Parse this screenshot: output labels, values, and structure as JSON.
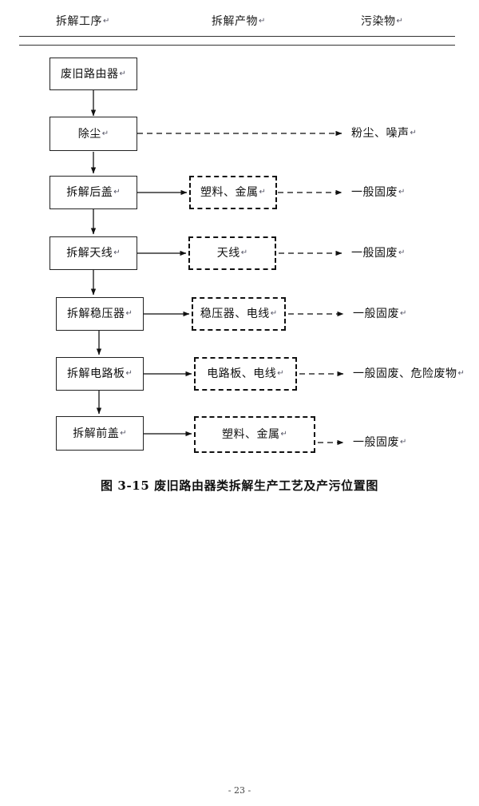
{
  "document": {
    "caption": "图 3-15  废旧路由器类拆解生产工艺及产污位置图",
    "page_number": "- 23 -"
  },
  "headers": {
    "process": "拆解工序",
    "product": "拆解产物",
    "pollutant": "污染物",
    "mark": "↵"
  },
  "flow": {
    "rows": [
      {
        "process": "废旧路由器",
        "product": null,
        "pollutant": null
      },
      {
        "process": "除尘",
        "product": null,
        "pollutant": "粉尘、噪声"
      },
      {
        "process": "拆解后盖",
        "product": "塑料、金属",
        "pollutant": "一般固废"
      },
      {
        "process": "拆解天线",
        "product": "天线",
        "pollutant": "一般固废"
      },
      {
        "process": "拆解稳压器",
        "product": "稳压器、电线",
        "pollutant": "一般固废"
      },
      {
        "process": "拆解电路板",
        "product": "电路板、电线",
        "pollutant": "一般固废、危险废物"
      },
      {
        "process": "拆解前盖",
        "product": "塑料、金属",
        "pollutant": "一般固废"
      }
    ],
    "mark": "↵"
  },
  "colors": {
    "ink": "#111111",
    "rule": "#333333",
    "background": "#ffffff"
  }
}
